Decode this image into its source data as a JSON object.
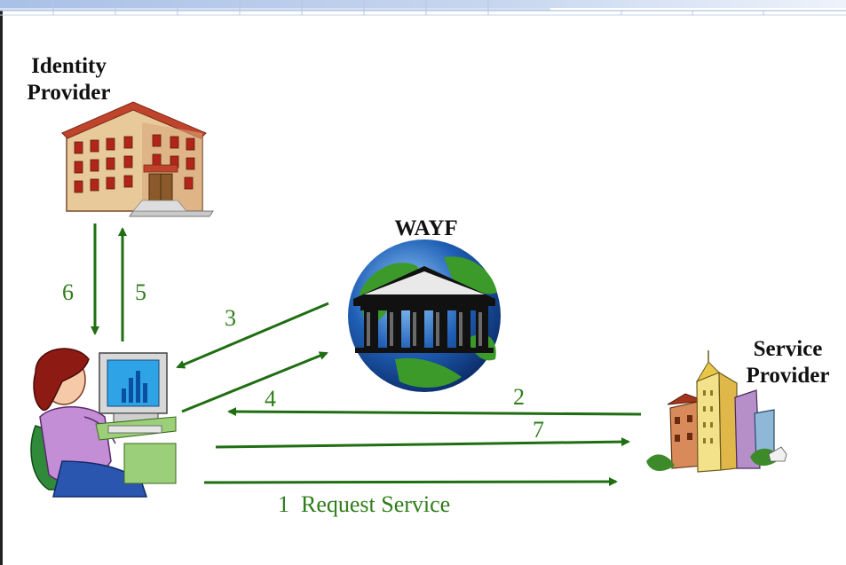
{
  "nodes": {
    "identity_provider": {
      "line1": "Identity",
      "line2": "Provider"
    },
    "wayf": {
      "label": "WAYF"
    },
    "service_provider": {
      "line1": "Service",
      "line2": "Provider"
    }
  },
  "steps": {
    "s1": "1  Request Service",
    "s2": "2",
    "s3": "3",
    "s4": "4",
    "s5": "5",
    "s6": "6",
    "s7": "7"
  },
  "colors": {
    "arrow": "#1f6e12",
    "step_text": "#2e7d1a",
    "header_band": "#9fb6dd"
  }
}
